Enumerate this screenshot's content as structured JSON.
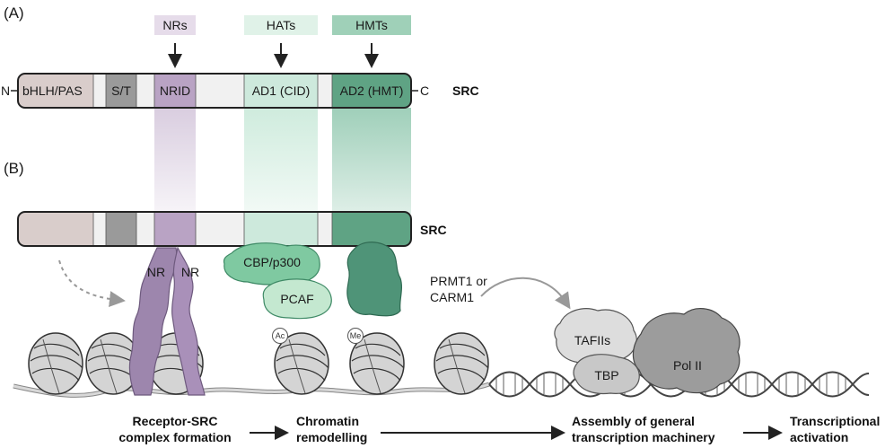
{
  "panel_a": {
    "label": "(A)",
    "top_labels": {
      "nrs": "NRs",
      "hats": "HATs",
      "hmts": "HMTs"
    },
    "domains": {
      "bhlh": "bHLH/PAS",
      "st": "S/T",
      "nrid": "NRID",
      "ad1": "AD1 (CID)",
      "ad2": "AD2 (HMT)"
    },
    "n_terminus": "N",
    "c_terminus": "C",
    "protein": "SRC"
  },
  "panel_b": {
    "label": "(B)",
    "protein": "SRC",
    "nr_left": "NR",
    "nr_right": "NR",
    "cbp": "CBP/p300",
    "pcaf": "PCAF",
    "prmt_line1": "PRMT1 or",
    "prmt_line2": "CARM1",
    "ac": "Ac",
    "me": "Me",
    "tafiis": "TAFIIs",
    "tbp": "TBP",
    "pol": "Pol II"
  },
  "steps": {
    "step1_line1": "Receptor-SRC",
    "step1_line2": "complex formation",
    "step2_line1": "Chromatin",
    "step2_line2": "remodelling",
    "step3_line1": "Assembly of general",
    "step3_line2": "transcription machinery",
    "step4_line1": "Transcriptional",
    "step4_line2": "activation"
  },
  "colors": {
    "bhlh": "#d9cdcb",
    "st": "#9a9a9a",
    "nrid": "#b9a3c4",
    "nr_protein": "#9d86ad",
    "ad1": "#cde9dc",
    "ad2": "#5fa384",
    "cbp": "#7fc9a1",
    "pcaf": "#c4e8d0",
    "prmt": "#4f9478",
    "nucleosome": "#bfbfbf",
    "pol": "#9c9c9c",
    "tbp": "#c8c8c8",
    "taf": "#dddddd"
  }
}
